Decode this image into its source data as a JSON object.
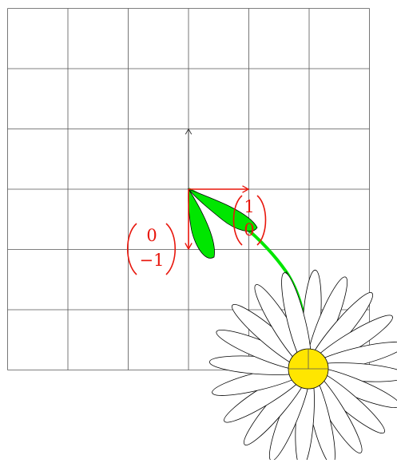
{
  "grid": {
    "x_range": [
      -3,
      3
    ],
    "y_range": [
      -3,
      3
    ],
    "step": 1,
    "line_color": "#555555"
  },
  "axis_arrow": {
    "from": [
      0,
      0
    ],
    "to": [
      0,
      1
    ],
    "color": "#333333"
  },
  "vectors": [
    {
      "name": "vector-e1",
      "components": [
        1,
        0
      ],
      "top": "1",
      "bottom": "0",
      "color": "#e8160c"
    },
    {
      "name": "vector-e2",
      "components": [
        0,
        -1
      ],
      "top": "0",
      "bottom": "−1",
      "color": "#e8160c"
    }
  ],
  "flower": {
    "center_color": "#ffe600",
    "stem_color": "#00e600",
    "leaf_color": "#00e600",
    "petal_count": 20
  }
}
